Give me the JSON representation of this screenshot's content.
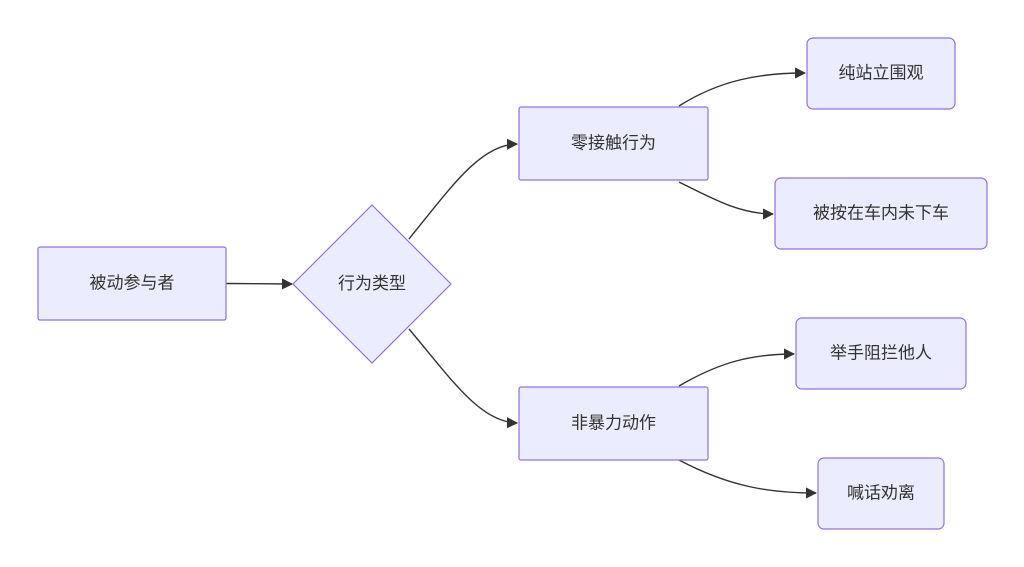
{
  "diagram": {
    "type": "flowchart",
    "direction": "left-to-right",
    "colors": {
      "node_fill": "#ECECFF",
      "node_stroke": "#9370DB",
      "edge": "#333333",
      "text": "#333333"
    },
    "nodes": {
      "root": {
        "label": "被动参与者",
        "shape": "rectangle"
      },
      "decision": {
        "label": "行为类型",
        "shape": "diamond"
      },
      "no_contact": {
        "label": "零接触行为",
        "shape": "rectangle"
      },
      "non_violent": {
        "label": "非暴力动作",
        "shape": "rectangle"
      },
      "watch": {
        "label": "纯站立围观",
        "shape": "rectangle"
      },
      "in_car": {
        "label": "被按在车内未下车",
        "shape": "rectangle"
      },
      "raise_hand": {
        "label": "举手阻拦他人",
        "shape": "rectangle"
      },
      "shout": {
        "label": "喊话劝离",
        "shape": "rectangle"
      }
    },
    "edges": [
      {
        "from": "root",
        "to": "decision"
      },
      {
        "from": "decision",
        "to": "no_contact"
      },
      {
        "from": "decision",
        "to": "non_violent"
      },
      {
        "from": "no_contact",
        "to": "watch"
      },
      {
        "from": "no_contact",
        "to": "in_car"
      },
      {
        "from": "non_violent",
        "to": "raise_hand"
      },
      {
        "from": "non_violent",
        "to": "shout"
      }
    ]
  }
}
